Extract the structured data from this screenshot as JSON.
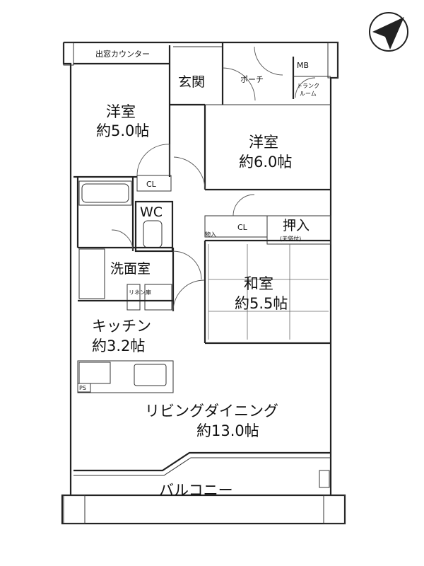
{
  "compass": {
    "icon": "north-arrow-icon"
  },
  "rooms": {
    "demado_counter": "出窓カウンター",
    "genkan": "玄関",
    "porch": "ポーチ",
    "mb": "MB",
    "trunk_room_1": "トランク",
    "trunk_room_2": "ルーム",
    "youshitsu_a_name": "洋室",
    "youshitsu_a_size": "約5.0帖",
    "youshitsu_b_name": "洋室",
    "youshitsu_b_size": "約6.0帖",
    "cl_1": "CL",
    "cl_2": "CL",
    "wc": "WC",
    "monoire": "物入",
    "oshiire": "押入",
    "oshiire_note": "(天袋付)",
    "senmenjo": "洗面室",
    "linen": "リネン庫",
    "washitsu_name": "和室",
    "washitsu_size": "約5.5帖",
    "kitchen_name": "キッチン",
    "kitchen_size": "約3.2帖",
    "ps": "PS",
    "ldk_name": "リビングダイニング",
    "ldk_size": "約13.0帖",
    "balcony": "バルコニー"
  }
}
